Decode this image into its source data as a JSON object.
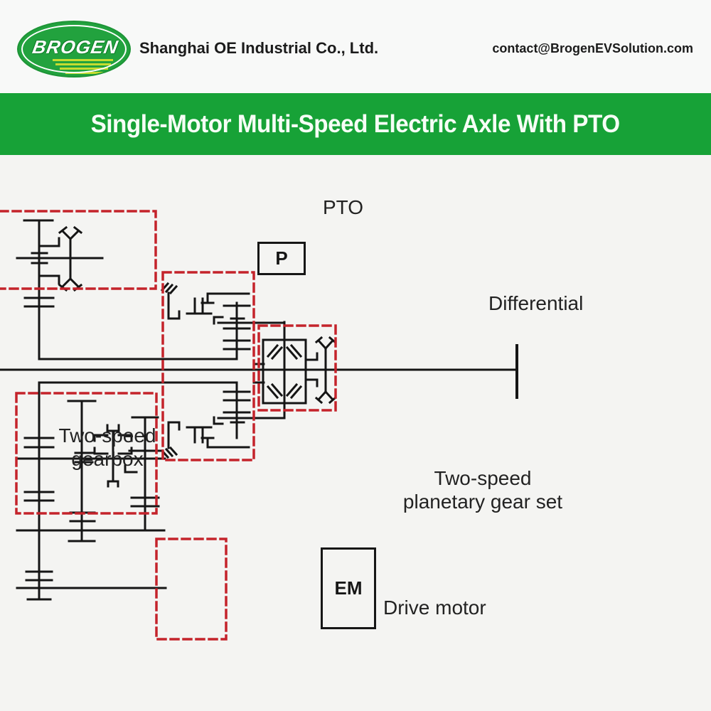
{
  "header": {
    "logo_text": "BROGEN",
    "company": "Shanghai OE Industrial Co., Ltd.",
    "email": "contact@BrogenEVSolution.com"
  },
  "banner": {
    "title": "Single-Motor Multi-Speed Electric Axle With PTO"
  },
  "diagram": {
    "labels": {
      "pto": "PTO",
      "differential": "Differential",
      "gearbox_line1": "Two-speed",
      "gearbox_line2": "gearbox",
      "planetary_line1": "Two-speed",
      "planetary_line2": "planetary gear set",
      "drive_motor": "Drive motor"
    },
    "components": {
      "pto_unit": "P",
      "motor_unit": "EM"
    },
    "callout_boxes": [
      "PTO",
      "Two-speed planetary gear set",
      "Differential",
      "Two-speed gearbox",
      "Drive motor"
    ]
  },
  "colors": {
    "banner_green": "#17a237",
    "logo_green": "#22a23e",
    "callout_red": "#c4232b",
    "schematic_black": "#151515",
    "header_bg": "#f8f9f8",
    "diagram_bg": "#f4f4f2"
  }
}
